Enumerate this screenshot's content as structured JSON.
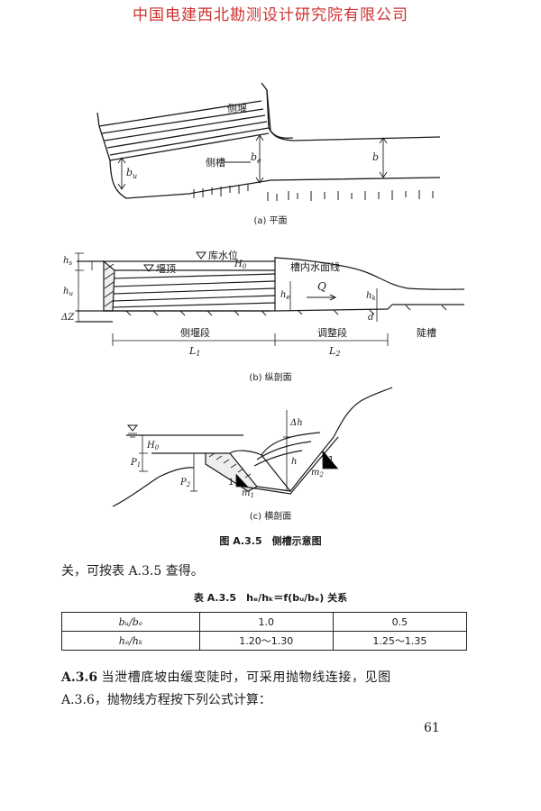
{
  "watermark": "中国电建西北勘测设计研究院有限公司",
  "figure": {
    "plan": {
      "caption": "(a) 平面",
      "labels": {
        "side_weir": "侧堰",
        "side_channel": "侧槽",
        "bu": "b",
        "bu_sub": "u",
        "be": "b",
        "be_sub": "e",
        "b": "b"
      }
    },
    "profile": {
      "caption": "(b) 纵剖面",
      "labels": {
        "reservoir_level": "库水位",
        "weir_crest": "堰顶",
        "water_line": "槽内水面线",
        "Q": "Q",
        "hs": "h",
        "hs_sub": "s",
        "hu": "h",
        "hu_sub": "u",
        "H0": "H",
        "H0_sub": "0",
        "he": "h",
        "he_sub": "e",
        "hk": "h",
        "hk_sub": "k",
        "dZ": "ΔZ",
        "d": "d",
        "seg1": "侧堰段",
        "seg2": "调整段",
        "seg3": "陡槽",
        "L1": "L",
        "L1_sub": "1",
        "L2": "L",
        "L2_sub": "2"
      }
    },
    "cross": {
      "caption": "(c) 横剖面",
      "labels": {
        "H0": "H",
        "H0_sub": "0",
        "P1": "P",
        "P1_sub": "1",
        "P2": "P",
        "P2_sub": "2",
        "dh": "Δh",
        "h": "h",
        "one_left": "1",
        "one_right": "1",
        "m1": "m",
        "m1_sub": "1",
        "m2": "m",
        "m2_sub": "2"
      }
    },
    "title": "图 A.3.5　侧槽示意图"
  },
  "para1": "关，可按表 A.3.5 查得。",
  "table": {
    "title": "表 A.3.5　hₑ/hₖ＝f(bᵤ/bₑ) 关系",
    "rows": [
      [
        "bᵤ/bₑ",
        "1.0",
        "0.5"
      ],
      [
        "hₑ/hₖ",
        "1.20～1.30",
        "1.25～1.35"
      ]
    ]
  },
  "para2_num": "A.3.6",
  "para2_line1": "当泄槽底坡由缓变陡时，可采用抛物线连接，见图",
  "para2_line2": "A.3.6，抛物线方程按下列公式计算：",
  "page_number": "61"
}
